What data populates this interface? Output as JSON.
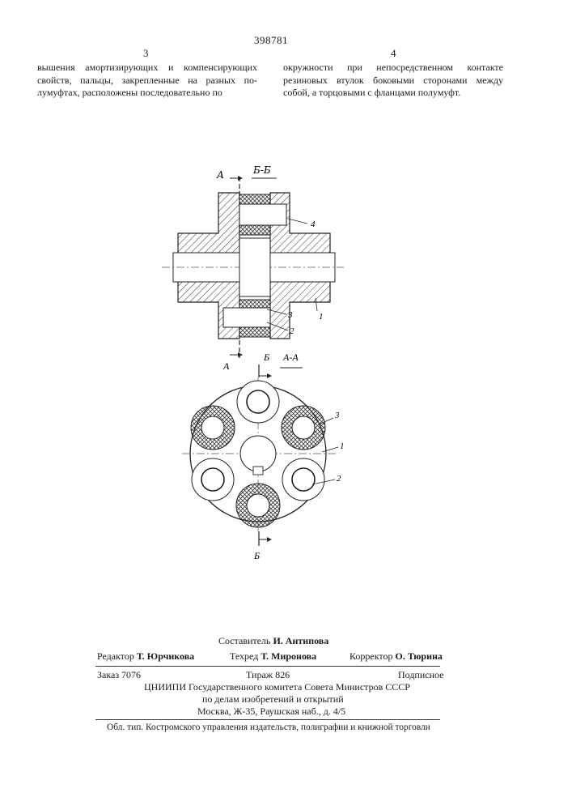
{
  "header": {
    "patent_number": "398781",
    "col_left_number": "3",
    "col_right_number": "4"
  },
  "left_column_lines": [
    "вышения амортизирующих и компенсирующих",
    "свойств, пальцы, закрепленные на разных по-",
    "лумуфтах, расположены последовательно по"
  ],
  "right_column_lines": [
    "окружности при непосредственном контакте",
    "резиновых втулок боковыми сторонами между",
    "собой, а торцовыми с фланцами полумуфт."
  ],
  "figure1": {
    "section_label": "Б-Б",
    "cut_label_top": "А",
    "cut_label_bottom": "А",
    "callouts": [
      "4",
      "3",
      "1",
      "2"
    ]
  },
  "figure2": {
    "section_label": "А-А",
    "cut_label_top": "Б",
    "cut_label_bottom": "Б",
    "callouts": [
      "3",
      "1",
      "2"
    ]
  },
  "imprint": {
    "compiler_label": "Составитель",
    "compiler_name": "И. Антипова",
    "editor_label": "Редактор",
    "editor_name": "Т. Юрчикова",
    "techred_label": "Техред",
    "techred_name": "Т. Миронова",
    "corrector_label": "Корректор",
    "corrector_name": "О. Тюрина",
    "order": "Заказ 7076",
    "print_run": "Тираж 826",
    "subscription": "Подписное",
    "institute_line1": "ЦНИИПИ Государственного комитета Совета Министров СССР",
    "institute_line2": "по делам изобретений и открытий",
    "address": "Москва, Ж-35, Раушская наб., д. 4/5",
    "printing": "Обл. тип. Костромского управления издательств, полиграфии и книжной торговли"
  }
}
